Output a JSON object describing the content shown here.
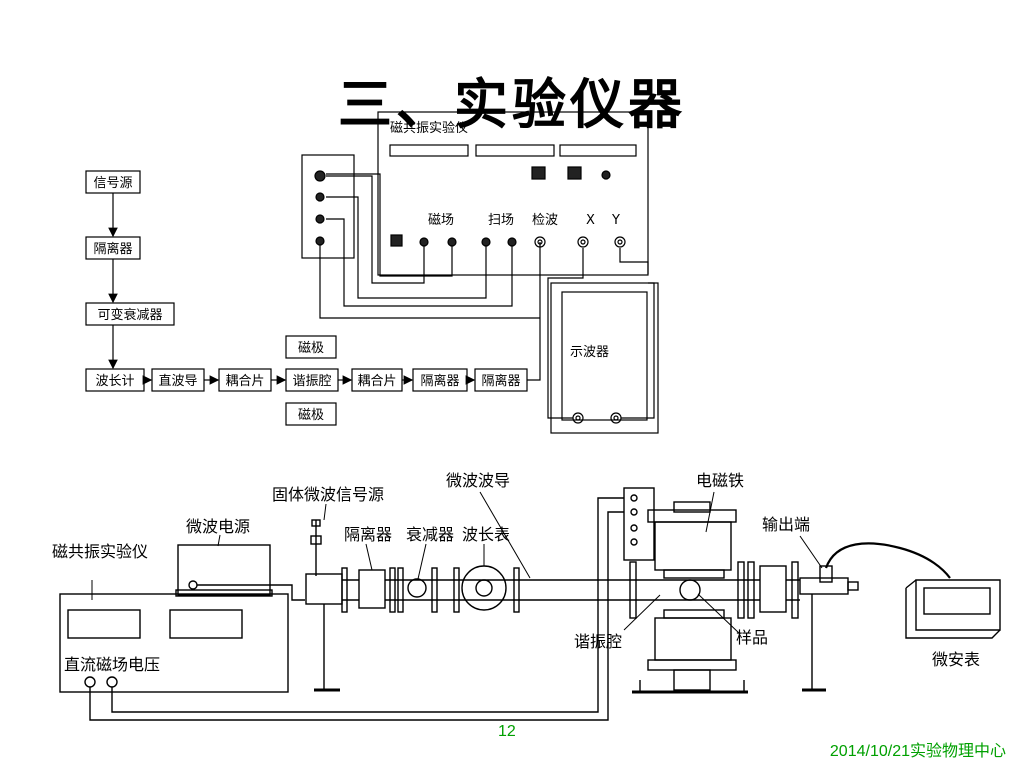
{
  "title": "三、实验仪器",
  "block_diagram": {
    "chain_vertical": [
      "信号源",
      "隔离器",
      "可变衰减器"
    ],
    "chain_horizontal": [
      "波长计",
      "直波导",
      "耦合片",
      "谐振腔",
      "耦合片",
      "隔离器",
      "隔离器"
    ],
    "pole_top": "磁极",
    "pole_bottom": "磁极",
    "instrument_name": "磁共振实验仪",
    "instrument_labels": {
      "field": "磁场",
      "sweep": "扫场",
      "detect": "检波",
      "x": "X",
      "y": "Y"
    },
    "oscilloscope": "示波器"
  },
  "apparatus": {
    "instrument": "磁共振实验仪",
    "instrument_panel": "直流磁场电压",
    "power_supply": "微波电源",
    "source": "固体微波信号源",
    "waveguide": "微波波导",
    "isolator": "隔离器",
    "attenuator": "衰减器",
    "wavemeter": "波长表",
    "magnet": "电磁铁",
    "output": "输出端",
    "cavity": "谐振腔",
    "sample": "样品",
    "meter": "微安表"
  },
  "page_number": "12",
  "footer": {
    "date": "2014/10/21",
    "org": "实验物理中心"
  }
}
